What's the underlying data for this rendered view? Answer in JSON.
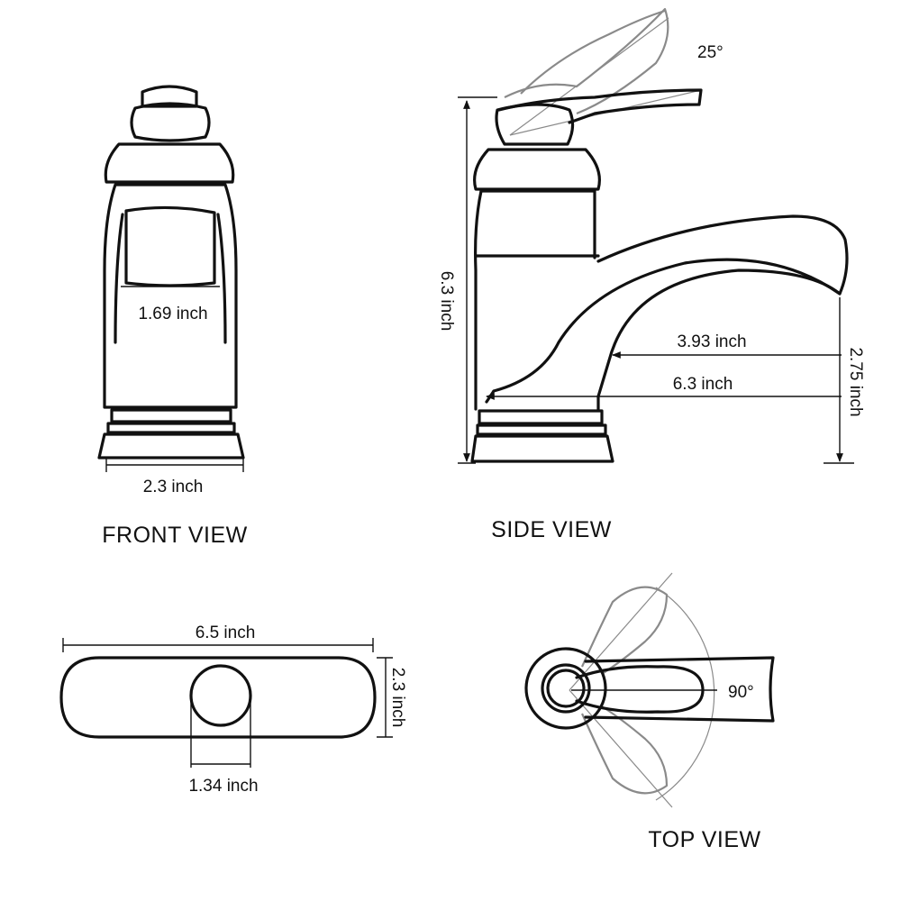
{
  "views": {
    "front": {
      "title": "FRONT VIEW",
      "handle_width": "1.69 inch",
      "base_width": "2.3 inch"
    },
    "side": {
      "title": "SIDE VIEW",
      "handle_angle": "25°",
      "height": "6.3 inch",
      "spout_reach": "3.93 inch",
      "total_depth": "6.3 inch",
      "spout_height": "2.75 inch"
    },
    "plate": {
      "length": "6.5 inch",
      "width": "2.3 inch",
      "hole_diameter": "1.34 inch"
    },
    "top": {
      "title": "TOP VIEW",
      "rotation_angle": "90°"
    }
  },
  "colors": {
    "line": "#111111",
    "ghost_line": "#8a8a8a",
    "background": "#ffffff"
  }
}
